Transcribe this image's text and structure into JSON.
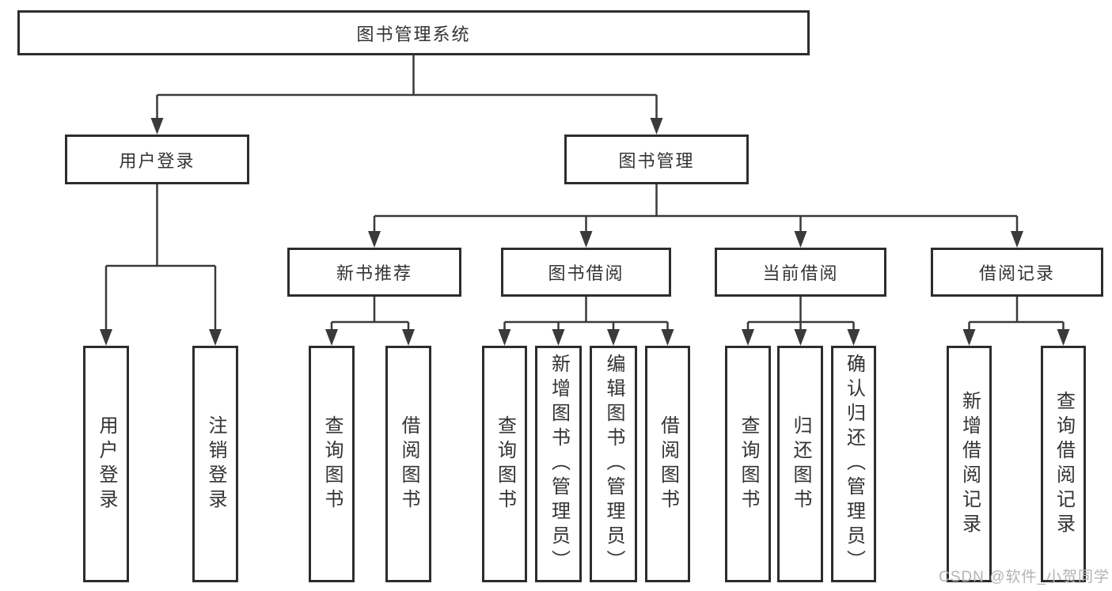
{
  "tree": {
    "root": {
      "label": "图书管理系统"
    },
    "level2": {
      "user_login": {
        "label": "用户登录"
      },
      "book_management": {
        "label": "图书管理"
      }
    },
    "level3": {
      "new_book_recommend": {
        "label": "新书推荐"
      },
      "book_borrowing": {
        "label": "图书借阅"
      },
      "current_borrowing": {
        "label": "当前借阅"
      },
      "borrowing_records": {
        "label": "借阅记录"
      }
    },
    "leaves": {
      "user_login": "用户登录",
      "logout": "注销登录",
      "rec_query_books": "查询图书",
      "rec_borrow_books": "借阅图书",
      "bor_query_books": "查询图书",
      "bor_add_books": "新增图书（管理员）",
      "bor_edit_books": "编辑图书（管理员）",
      "bor_borrow_books": "借阅图书",
      "cur_query_books": "查询图书",
      "cur_return_books": "归还图书",
      "cur_confirm_return": "确认归还（管理员）",
      "log_add_record": "新增借阅记录",
      "log_query_record": "查询借阅记录"
    }
  },
  "watermark": "CSDN @软件_小贺同学",
  "colors": {
    "line": "#3a3a3a",
    "border": "#2d2d2d",
    "text": "#333333",
    "watermark": "#b3b3b3",
    "background": "#ffffff"
  }
}
